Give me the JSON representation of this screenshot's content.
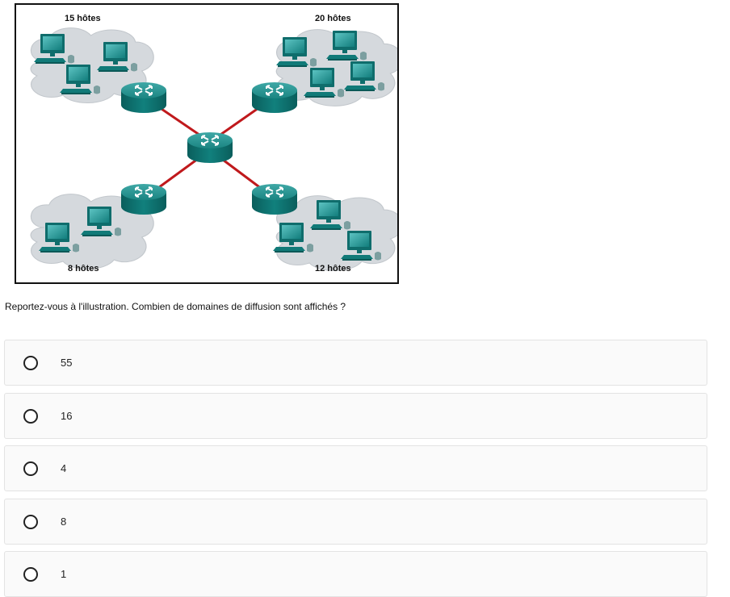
{
  "figure": {
    "labels": {
      "top_left": "15 hôtes",
      "top_right": "20 hôtes",
      "bottom_left": "8 hôtes",
      "bottom_right": "12 hôtes"
    },
    "colors": {
      "link": "#c0191c",
      "router": "#0e7774",
      "cloud": "#d5d9dd",
      "monitor": "#18888a"
    }
  },
  "question": "Reportez-vous à l'illustration. Combien de domaines de diffusion sont affichés ?",
  "options": [
    {
      "label": "55"
    },
    {
      "label": "16"
    },
    {
      "label": "4"
    },
    {
      "label": "8"
    },
    {
      "label": "1"
    }
  ]
}
